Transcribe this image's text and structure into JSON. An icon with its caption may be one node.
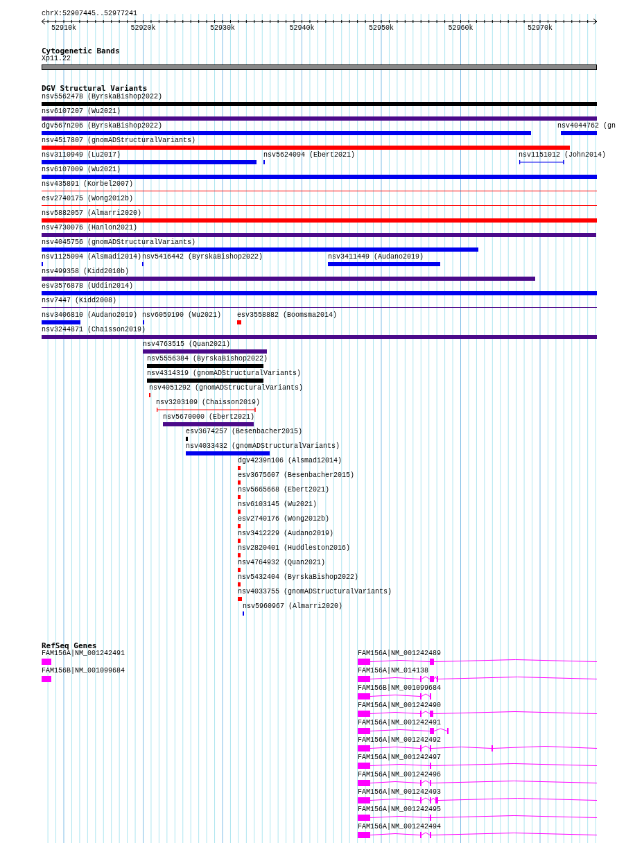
{
  "diagram": {
    "labels": [
      "chrX:52907445..52977241",
      "52910k",
      "52920k",
      "52930k",
      "52940k",
      "52950k",
      "52960k",
      "52970k",
      "Cytogenetic Bands",
      "Xp11.22",
      "DGV Structural Variants",
      "nsv5562478 (ByrskaBishop2022)",
      "nsv6107207 (Wu2021)",
      "dgv567n206 (ByrskaBishop2022)",
      "nsv4044762 (gn",
      "nsv4517807 (gnomADStructuralVariants)",
      "nsv3110949 (Lu2017)",
      "nsv5624094 (Ebert2021)",
      "nsv1151012 (John2014)",
      "nsv6107009 (Wu2021)",
      "nsv435891 (Korbel2007)",
      "esv2740175 (Wong2012b)",
      "nsv5882057 (Almarri2020)",
      "nsv4730076 (Hanlon2021)",
      "nsv4045756 (gnomADStructuralVariants)",
      "nsv1125094 (Alsmadi2014)",
      "nsv5416442 (ByrskaBishop2022)",
      "nsv3411449 (Audano2019)",
      "nsv499358 (Kidd2010b)",
      "esv3576878 (Uddin2014)",
      "nsv7447 (Kidd2008)",
      "nsv3406810 (Audano2019)",
      "nsv6059190 (Wu2021)",
      "esv3558882 (Boomsma2014)",
      "nsv3244871 (Chaisson2019)",
      "nsv4763515 (Quan2021)",
      "nsv5556384 (ByrskaBishop2022)",
      "nsv4314319 (gnomADStructuralVariants)",
      "nsv4051292 (gnomADStructuralVariants)",
      "nsv3203109 (Chaisson2019)",
      "nsv5670000 (Ebert2021)",
      "esv3674257 (Besenbacher2015)",
      "nsv4033432 (gnomADStructuralVariants)",
      "dgv4239n106 (Alsmadi2014)",
      "esv3675607 (Besenbacher2015)",
      "nsv5665668 (Ebert2021)",
      "nsv6103145 (Wu2021)",
      "esv2740176 (Wong2012b)",
      "nsv3412229 (Audano2019)",
      "nsv2820401 (Huddleston2016)",
      "nsv4764932 (Quan2021)",
      "nsv5432404 (ByrskaBishop2022)",
      "nsv4033755 (gnomADStructuralVariants)",
      "nsv5960967 (Almarri2020)",
      "RefSeq Genes",
      "FAM156A|NM_001242491",
      "FAM156A|NM_001242489",
      "FAM156B|NM_001099684",
      "FAM156A|NM_014138",
      "FAM156B|NM_001099684",
      "FAM156A|NM_001242490",
      "FAM156A|NM_001242491",
      "FAM156A|NM_001242492",
      "FAM156A|NM_001242497",
      "FAM156A|NM_001242496",
      "FAM156A|NM_001242493",
      "FAM156A|NM_001242495",
      "FAM156A|NM_001242494"
    ]
  }
}
